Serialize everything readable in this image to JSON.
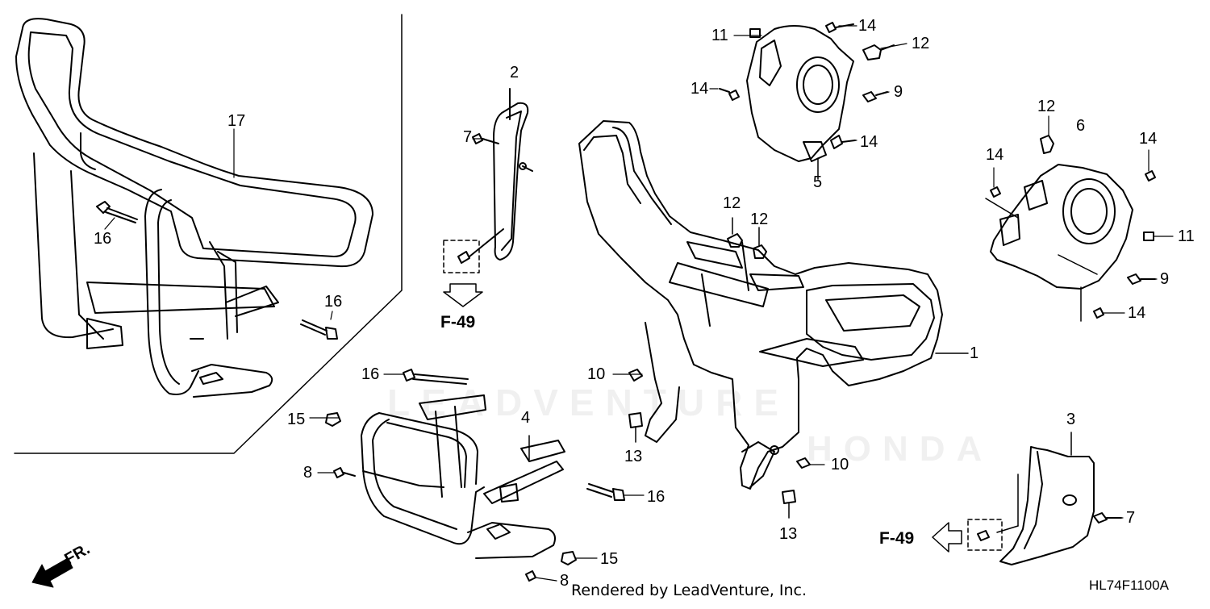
{
  "diagram": {
    "callouts": [
      {
        "id": "c1",
        "text": "1"
      },
      {
        "id": "c2",
        "text": "2"
      },
      {
        "id": "c3",
        "text": "3"
      },
      {
        "id": "c4",
        "text": "4"
      },
      {
        "id": "c5",
        "text": "5"
      },
      {
        "id": "c6",
        "text": "6"
      },
      {
        "id": "c7a",
        "text": "7"
      },
      {
        "id": "c7b",
        "text": "7"
      },
      {
        "id": "c8a",
        "text": "8"
      },
      {
        "id": "c8b",
        "text": "8"
      },
      {
        "id": "c9a",
        "text": "9"
      },
      {
        "id": "c9b",
        "text": "9"
      },
      {
        "id": "c10a",
        "text": "10"
      },
      {
        "id": "c10b",
        "text": "10"
      },
      {
        "id": "c11a",
        "text": "11"
      },
      {
        "id": "c11b",
        "text": "11"
      },
      {
        "id": "c12a",
        "text": "12"
      },
      {
        "id": "c12b",
        "text": "12"
      },
      {
        "id": "c12c",
        "text": "12"
      },
      {
        "id": "c12d",
        "text": "12"
      },
      {
        "id": "c13a",
        "text": "13"
      },
      {
        "id": "c13b",
        "text": "13"
      },
      {
        "id": "c14a",
        "text": "14"
      },
      {
        "id": "c14b",
        "text": "14"
      },
      {
        "id": "c14c",
        "text": "14"
      },
      {
        "id": "c14d",
        "text": "14"
      },
      {
        "id": "c14e",
        "text": "14"
      },
      {
        "id": "c14f",
        "text": "14"
      },
      {
        "id": "c15a",
        "text": "15"
      },
      {
        "id": "c15b",
        "text": "15"
      },
      {
        "id": "c16a",
        "text": "16"
      },
      {
        "id": "c16b",
        "text": "16"
      },
      {
        "id": "c16c",
        "text": "16"
      },
      {
        "id": "c16d",
        "text": "16"
      },
      {
        "id": "c17",
        "text": "17"
      }
    ],
    "refs": [
      {
        "id": "ref-top",
        "text": "F-49"
      },
      {
        "id": "ref-bottom",
        "text": "F-49"
      }
    ],
    "direction_label": "FR.",
    "diagram_code": "HL74F1100A",
    "credit": "Rendered by LeadVenture, Inc.",
    "watermark_text": "LEADVENTURE",
    "watermark_brand": "HONDA"
  }
}
